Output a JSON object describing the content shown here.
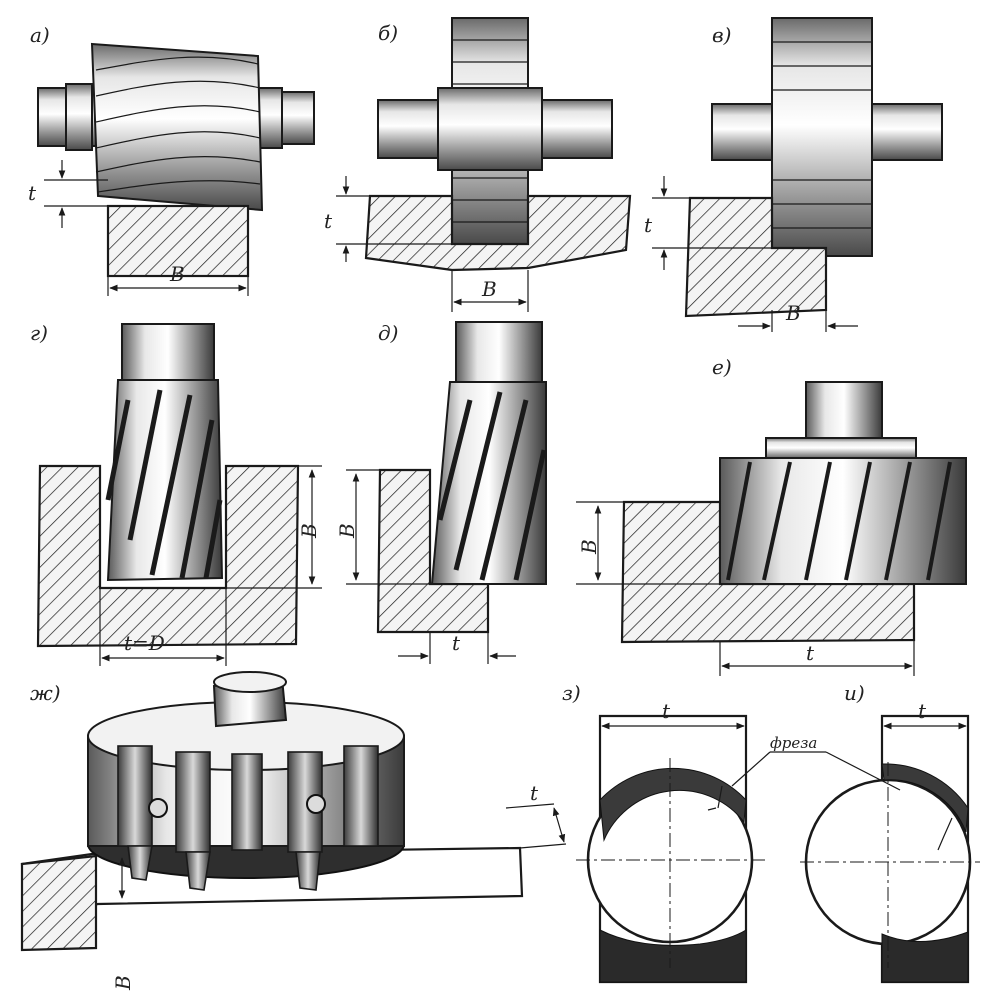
{
  "panels": {
    "a": "а)",
    "b": "б)",
    "v": "в)",
    "g": "г)",
    "d": "д)",
    "e": "е)",
    "zh": "ж)",
    "z": "з)",
    "i": "и)"
  },
  "dims": {
    "a_t": "t",
    "a_B": "B",
    "b_t": "t",
    "b_B": "B",
    "v_t": "t",
    "v_B": "B",
    "g_B": "B",
    "g_tD": "t=D",
    "d_B": "B",
    "d_t": "t",
    "e_B": "B",
    "e_t": "t",
    "zh_t": "t",
    "zh_B": "B",
    "z_t": "t",
    "i_t": "t",
    "cutter": "фреза"
  }
}
